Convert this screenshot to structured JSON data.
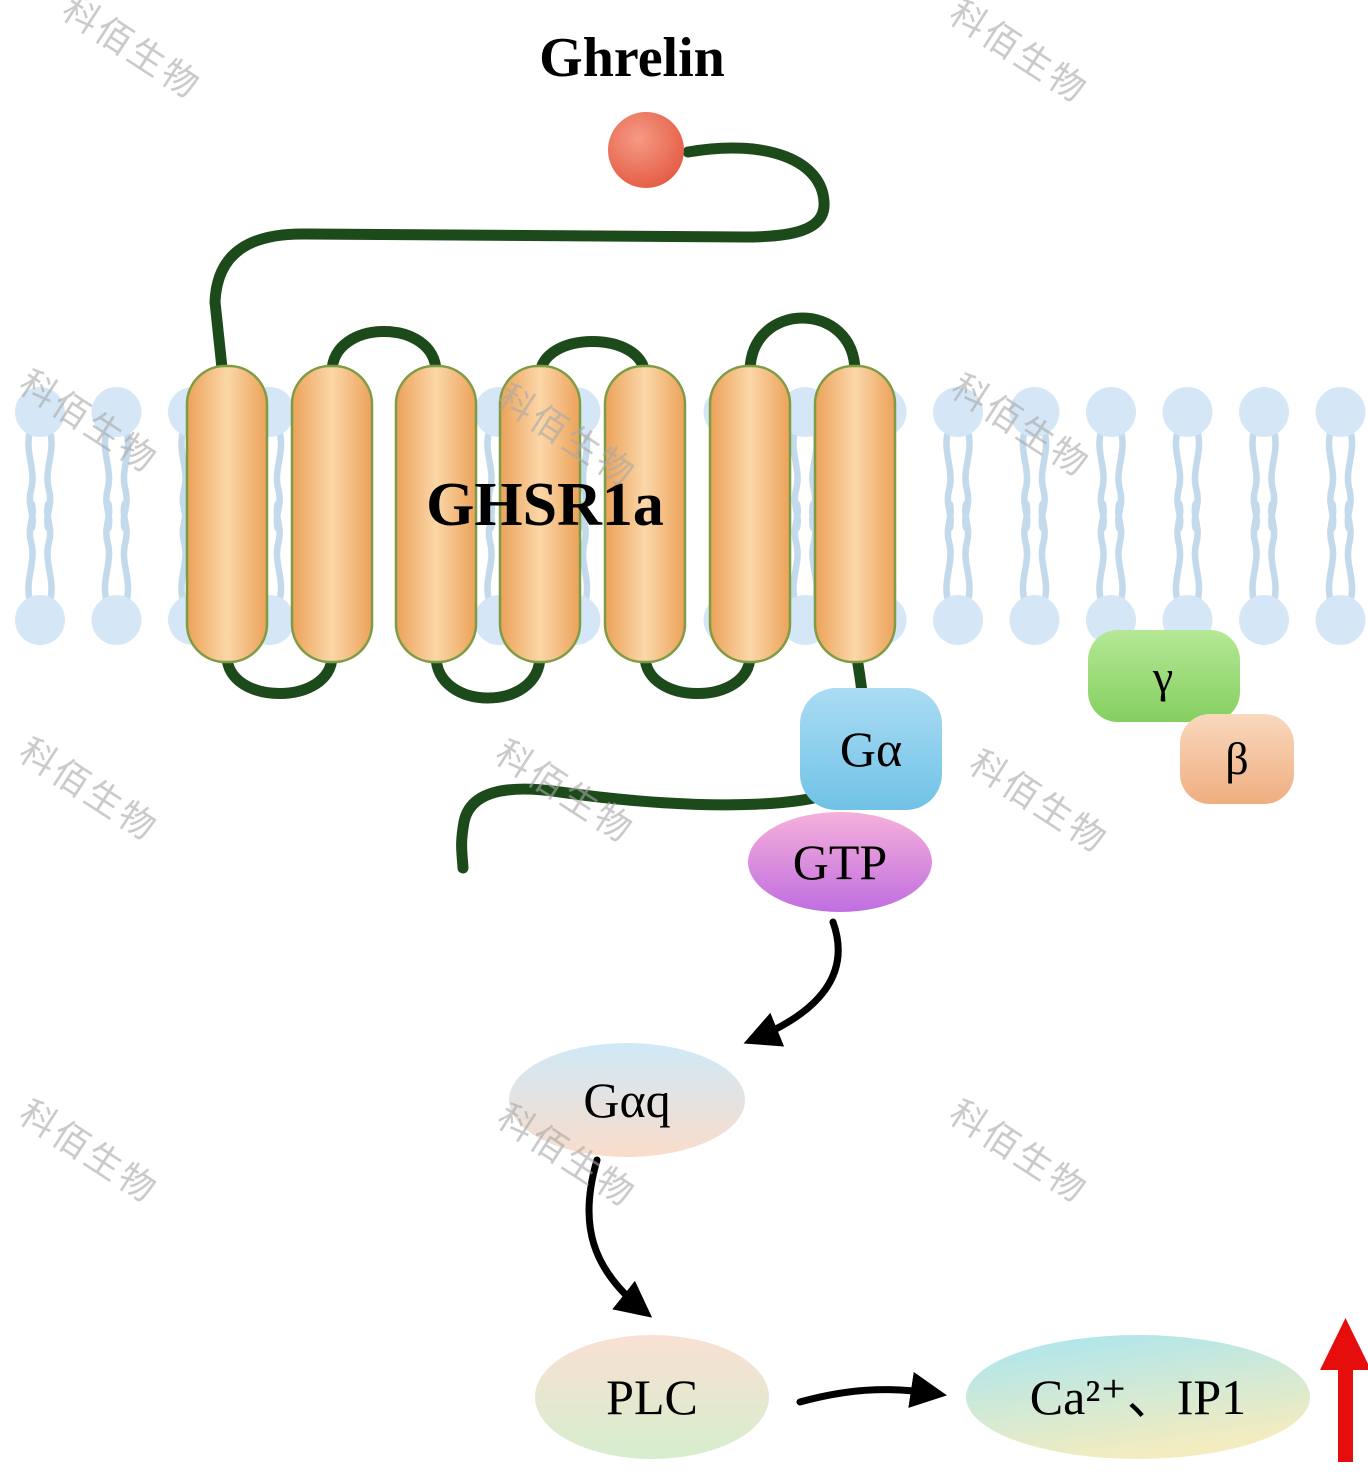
{
  "diagram": {
    "ligand": {
      "label": "Ghrelin"
    },
    "receptor": {
      "label": "GHSR1a"
    },
    "g_protein": {
      "alpha_label": "Gα",
      "gamma_label": "γ",
      "beta_label": "β",
      "gtp_label": "GTP"
    },
    "signaling": {
      "gaq_label": "Gαq",
      "plc_label": "PLC",
      "output_label": "Ca²⁺、IP1"
    }
  },
  "watermark": {
    "text": "科佰生物"
  },
  "colors": {
    "ligand_red": "#e8604a",
    "helix_orange": "#f6c083",
    "loop_green": "#1d4a1a",
    "g_alpha_blue": "#8fd0ec",
    "gamma_green": "#97d977",
    "beta_peach": "#f4c9a2",
    "gtp_purple": "#cf8be2",
    "membrane_head_blue": "#d5e7f6",
    "black_arrow": "#000000",
    "up_arrow_red": "#e60d0d"
  }
}
